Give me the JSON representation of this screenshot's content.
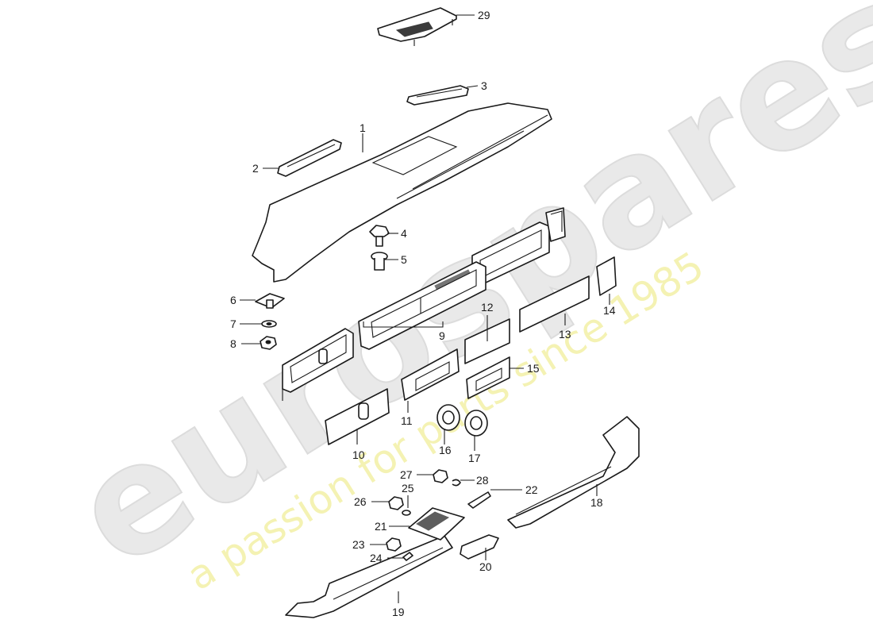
{
  "watermark": {
    "brand": "eurospares",
    "tagline": "a passion for parts since 1985"
  },
  "callouts": [
    {
      "id": "1",
      "label": "1"
    },
    {
      "id": "2",
      "label": "2"
    },
    {
      "id": "3",
      "label": "3"
    },
    {
      "id": "4",
      "label": "4"
    },
    {
      "id": "5",
      "label": "5"
    },
    {
      "id": "6",
      "label": "6"
    },
    {
      "id": "7",
      "label": "7"
    },
    {
      "id": "8",
      "label": "8"
    },
    {
      "id": "9",
      "label": "9"
    },
    {
      "id": "10",
      "label": "10"
    },
    {
      "id": "11",
      "label": "11"
    },
    {
      "id": "12",
      "label": "12"
    },
    {
      "id": "13",
      "label": "13"
    },
    {
      "id": "14",
      "label": "14"
    },
    {
      "id": "15",
      "label": "15"
    },
    {
      "id": "16",
      "label": "16"
    },
    {
      "id": "17",
      "label": "17"
    },
    {
      "id": "18",
      "label": "18"
    },
    {
      "id": "19",
      "label": "19"
    },
    {
      "id": "20",
      "label": "20"
    },
    {
      "id": "21",
      "label": "21"
    },
    {
      "id": "22",
      "label": "22"
    },
    {
      "id": "23",
      "label": "23"
    },
    {
      "id": "24",
      "label": "24"
    },
    {
      "id": "25",
      "label": "25"
    },
    {
      "id": "26",
      "label": "26"
    },
    {
      "id": "27",
      "label": "27"
    },
    {
      "id": "28",
      "label": "28"
    },
    {
      "id": "29",
      "label": "29"
    }
  ]
}
